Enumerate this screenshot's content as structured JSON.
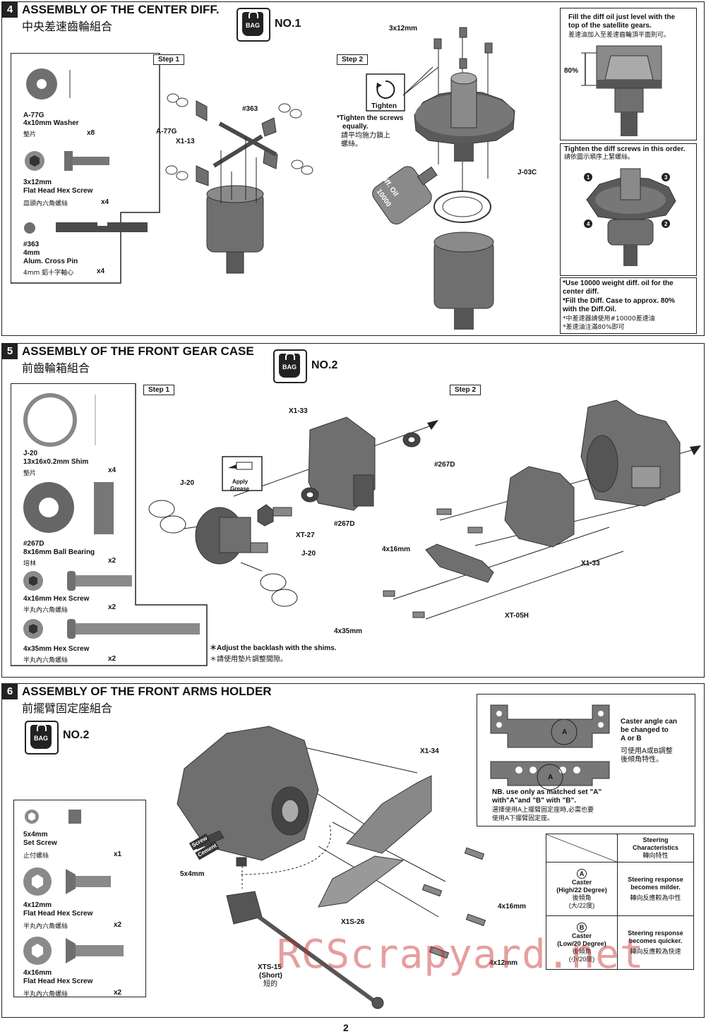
{
  "sections": [
    {
      "number": "4",
      "title": "ASSEMBLY OF THE CENTER DIFF.",
      "subtitle": "中央差速齒輪組合",
      "bag": "BAG",
      "bag_no": "NO.1",
      "steps": [
        "Step 1",
        "Step 2"
      ],
      "parts": [
        {
          "code": "A-77G",
          "name": "4x10mm Washer",
          "cn": "墊片",
          "qty": "x8"
        },
        {
          "code": "3x12mm",
          "name": "Flat Head Hex Screw",
          "cn": "皿頭內六角螺絲",
          "qty": "x4"
        },
        {
          "code": "#363",
          "name": "4mm",
          "name2": "Alum. Cross Pin",
          "cn": "4mm 鋁十字軸心",
          "qty": "x4"
        }
      ],
      "callouts": {
        "a77g": "A-77G",
        "x113": "X1-13",
        "p363": "#363",
        "screw": "3x12mm",
        "tighten": "Tighten",
        "tighten_note": "*Tighten the screws",
        "tighten_note2": "equally.",
        "tighten_cn": "請平均施力鎖上",
        "tighten_cn2": "螺絲。",
        "oil": "Diff. Oil",
        "oil2": "10000",
        "j03c": "J-03C"
      },
      "fill_box": {
        "text1": "Fill the diff oil just level with the",
        "text2": "top of the satellite gears.",
        "cn": "差速油加入至差速齒輪頂平面則可。",
        "pct": "80%"
      },
      "order_box": {
        "text": "Tighten the diff screws in this order.",
        "cn": "請依圖示順序上緊螺絲。",
        "nums": [
          "1",
          "2",
          "3",
          "4"
        ]
      },
      "oil_note": {
        "l1": "*Use 10000 weight diff. oil for the",
        "l2": "center diff.",
        "l3": "*Fill the Diff. Case to approx. 80%",
        "l4": "with the Diff.Oil.",
        "cn1": "*中差速器請使用#10000差速油",
        "cn2": "*差速油注滿80%即可"
      }
    },
    {
      "number": "5",
      "title": "ASSEMBLY OF THE FRONT GEAR CASE",
      "subtitle": "前齒輪箱組合",
      "bag": "BAG",
      "bag_no": "NO.2",
      "steps": [
        "Step 1",
        "Step 2"
      ],
      "parts": [
        {
          "code": "J-20",
          "name": "13x16x0.2mm Shim",
          "cn": "墊片",
          "qty": "x4"
        },
        {
          "code": "#267D",
          "name": "8x16mm Ball Bearing",
          "cn": "培林",
          "qty": "x2"
        },
        {
          "code": "4x16mm Hex Screw",
          "name": "",
          "cn": "半丸內六角螺絲",
          "qty": "x2"
        },
        {
          "code": "4x35mm Hex Screw",
          "name": "",
          "cn": "半丸內六角螺絲",
          "qty": "x2"
        }
      ],
      "callouts": {
        "x133a": "X1-33",
        "p267d_a": "#267D",
        "p267d_b": "#267D",
        "j20a": "J-20",
        "j20b": "J-20",
        "xt27": "XT-27",
        "grease": "Apply",
        "grease2": "Grease",
        "x133b": "X1-33",
        "s416": "4x16mm",
        "xt05h": "XT-05H",
        "s435": "4x35mm"
      },
      "note": {
        "en": "＊Adjust the backlash with the shims.",
        "cn": "＊請使用墊片調整間隙。"
      }
    },
    {
      "number": "6",
      "title": "ASSEMBLY OF THE FRONT ARMS HOLDER",
      "subtitle": "前擺臂固定座組合",
      "bag": "BAG",
      "bag_no": "NO.2",
      "parts": [
        {
          "code": "5x4mm",
          "name": "Set Screw",
          "cn": "止付螺絲",
          "qty": "x1"
        },
        {
          "code": "4x12mm",
          "name": "Flat Head Hex Screw",
          "cn": "半丸內六角螺絲",
          "qty": "x2"
        },
        {
          "code": "4x16mm",
          "name": "Flat Head Hex Screw",
          "cn": "半丸內六角螺絲",
          "qty": "x2"
        }
      ],
      "callouts": {
        "cement": "Screw",
        "cement2": "Cement",
        "s54": "5x4mm",
        "x134": "X1-34",
        "x1s26": "X1S-26",
        "s416": "4x16mm",
        "s412": "4x12mm",
        "xts15": "XTS-15",
        "short": "(Short)",
        "short_cn": "短的"
      },
      "caster_box": {
        "t1": "Caster angle can",
        "t2": "be changed to",
        "t3": "A or B",
        "cn1": "可使用A或B調整",
        "cn2": "後傾角特性。",
        "nb1": "NB. use only as matched set \"A\"",
        "nb2": "with\"A\"and \"B\" with \"B\".",
        "nb_cn1": "選擇使用A上擺臂固定座時,必需也要",
        "nb_cn2": "使用A下擺臂固定座。",
        "a": "A"
      },
      "steering_table": {
        "header": "Steering Characteristics",
        "header_cn": "轉向特性",
        "rows": [
          {
            "mark": "A",
            "label": "Caster",
            "label2": "(High/22 Degree)",
            "cn": "後傾角",
            "cn2": "(大/22度)",
            "resp": "Steering response",
            "resp2": "becomes milder.",
            "resp_cn": "轉向反應較為中性"
          },
          {
            "mark": "B",
            "label": "Caster",
            "label2": "(Low/20 Degree)",
            "cn": "後傾角",
            "cn2": "(小/20度)",
            "resp": "Steering response",
            "resp2": "becomes quicker.",
            "resp_cn": "轉向反應較為快速"
          }
        ]
      }
    }
  ],
  "watermark": "RCScrapyard.net",
  "page_number": "2",
  "colors": {
    "part": "#6f6f6f",
    "part_dark": "#4a4a4a",
    "line": "#222222",
    "watermark": "#c82828"
  }
}
